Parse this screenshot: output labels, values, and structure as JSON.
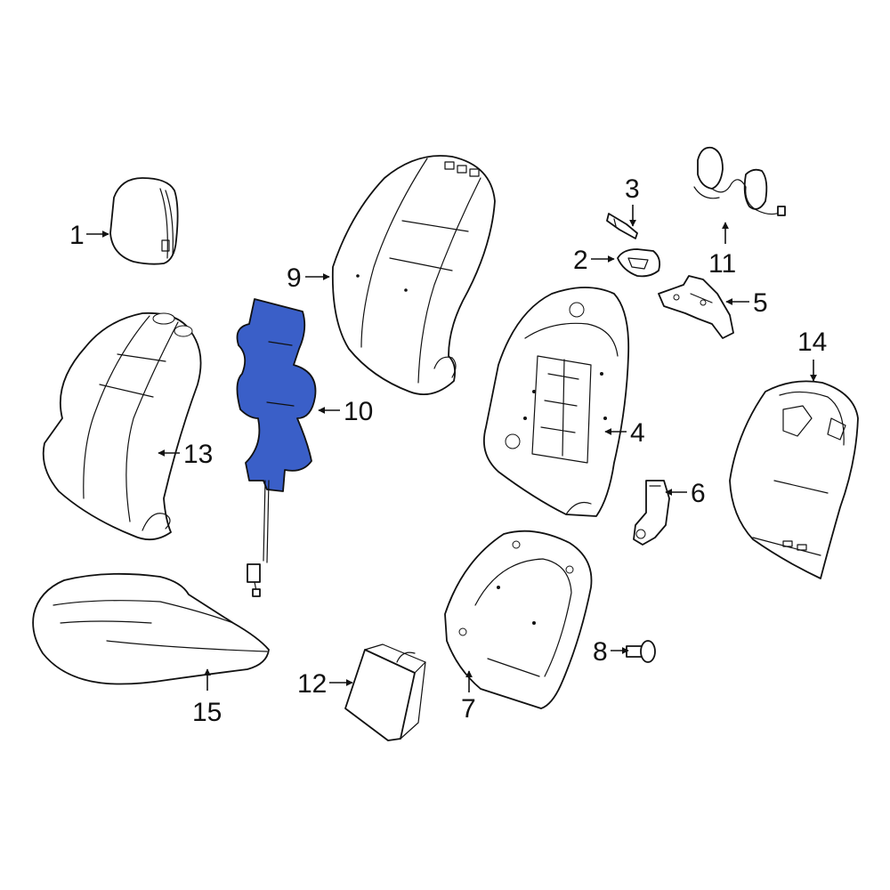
{
  "colors": {
    "background": "#ffffff",
    "line": "#111111",
    "highlight": "#3a5fc8"
  },
  "highlighted_part": "10",
  "callouts": {
    "c1": "1",
    "c2": "2",
    "c3": "3",
    "c4": "4",
    "c5": "5",
    "c6": "6",
    "c7": "7",
    "c8": "8",
    "c9": "9",
    "c10": "10",
    "c11": "11",
    "c12": "12",
    "c13": "13",
    "c14": "14",
    "c15": "15"
  }
}
